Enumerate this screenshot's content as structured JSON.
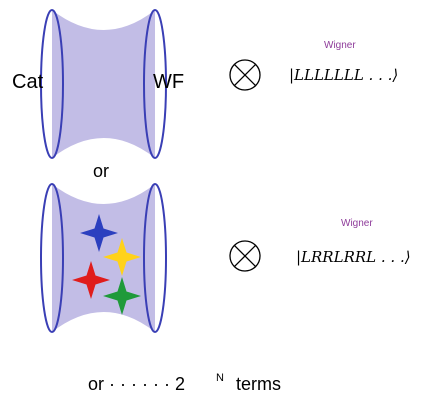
{
  "top_panel": {
    "left_label": "Cat",
    "right_label": "WF",
    "wigner_label": "Wigner",
    "state_text": "|LLLLLLL . . .⟩"
  },
  "separator_text": "or",
  "bottom_panel": {
    "wigner_label": "Wigner",
    "state_text": "|LRRLRRL . . .⟩",
    "stars": [
      {
        "name": "blue-star",
        "color": "#2b3fbf"
      },
      {
        "name": "yellow-star",
        "color": "#ffd21a"
      },
      {
        "name": "red-star",
        "color": "#e01c1c"
      },
      {
        "name": "green-star",
        "color": "#1f9a3a"
      }
    ]
  },
  "footer": {
    "prefix": "or · · · · · · 2",
    "superscript": "N",
    "suffix": "terms"
  },
  "colors": {
    "wormhole_fill": "#c2bde6",
    "wormhole_stroke": "#3a3fb5",
    "wigner_text": "#8e3b9a"
  }
}
